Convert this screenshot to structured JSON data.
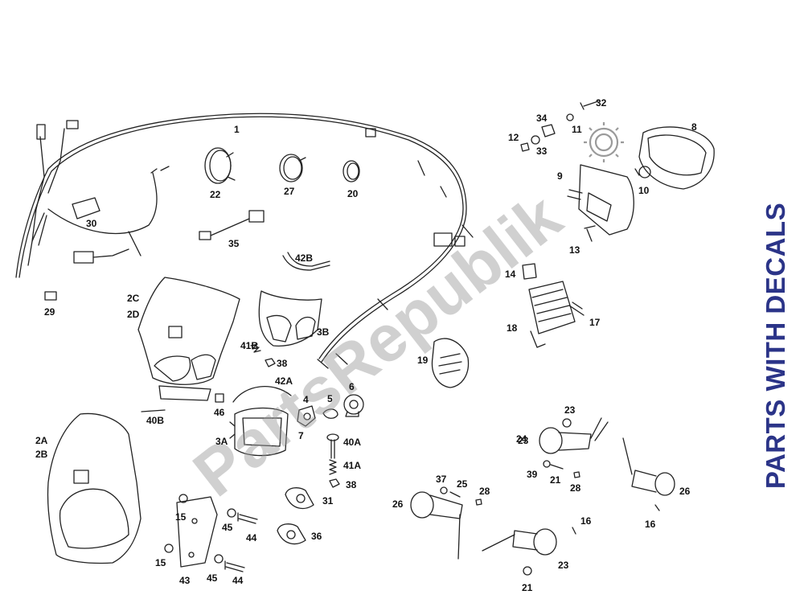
{
  "side_text": "PARTS WITH DECALS",
  "watermark": "PartsRepublik",
  "colors": {
    "side_text": "#2b3488",
    "watermark": "#969696",
    "line": "#222222"
  },
  "callouts": [
    "1",
    "2A",
    "2B",
    "2C",
    "2D",
    "3A",
    "3B",
    "4",
    "5",
    "6",
    "7",
    "8",
    "9",
    "10",
    "11",
    "12",
    "13",
    "14",
    "15",
    "16",
    "17",
    "18",
    "19",
    "20",
    "21",
    "22",
    "23",
    "24",
    "25",
    "26",
    "27",
    "28",
    "29",
    "30",
    "31",
    "32",
    "33",
    "34",
    "35",
    "36",
    "37",
    "38",
    "39",
    "40A",
    "40B",
    "41A",
    "41B",
    "42A",
    "42B",
    "43",
    "44",
    "45",
    "46"
  ]
}
